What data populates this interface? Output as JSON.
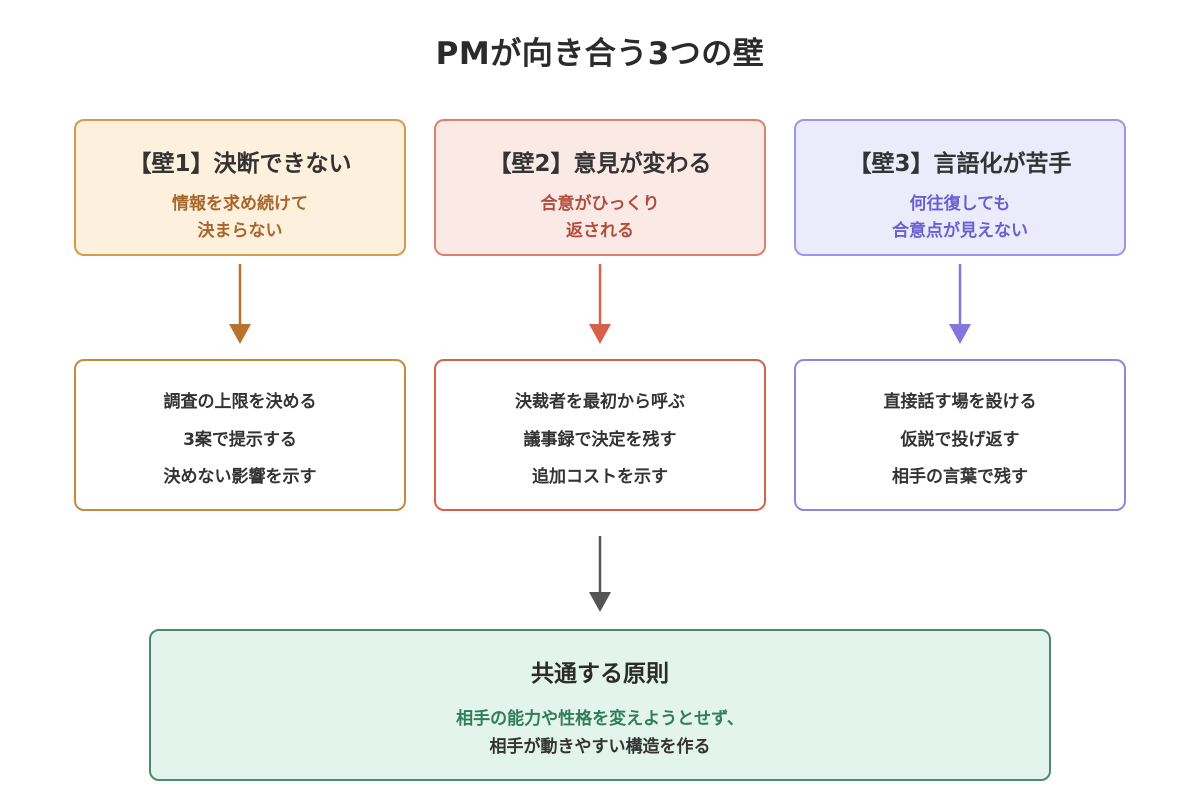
{
  "title": "PMが向き合う3つの壁",
  "colors": {
    "wall1_fill": "#fdf0dc",
    "wall1_border": "#d59a4c",
    "wall1_arrow": "#b8732e",
    "wall2_fill": "#fbe9e6",
    "wall2_border": "#e0806c",
    "wall2_arrow": "#d5614a",
    "wall3_fill": "#ecebfc",
    "wall3_border": "#9d95e8",
    "wall3_arrow": "#8177de",
    "principle_fill": "#e3f4ec",
    "principle_border": "#4f8a6f",
    "principle_accent": "#2f7d5b",
    "merge_arrow": "#555555"
  },
  "walls": [
    {
      "heading": "【壁1】決断できない",
      "desc": [
        "情報を求め続けて",
        "決まらない"
      ],
      "solutions": [
        "調査の上限を決める",
        "3案で提示する",
        "決めない影響を示す"
      ]
    },
    {
      "heading": "【壁2】意見が変わる",
      "desc": [
        "合意がひっくり",
        "返される"
      ],
      "solutions": [
        "決裁者を最初から呼ぶ",
        "議事録で決定を残す",
        "追加コストを示す"
      ]
    },
    {
      "heading": "【壁3】言語化が苦手",
      "desc": [
        "何往復しても",
        "合意点が見えない"
      ],
      "solutions": [
        "直接話す場を設ける",
        "仮説で投げ返す",
        "相手の言葉で残す"
      ]
    }
  ],
  "principle": {
    "heading": "共通する原則",
    "lines": [
      "相手の能力や性格を変えようとせず、",
      "相手が動きやすい構造を作る"
    ]
  }
}
